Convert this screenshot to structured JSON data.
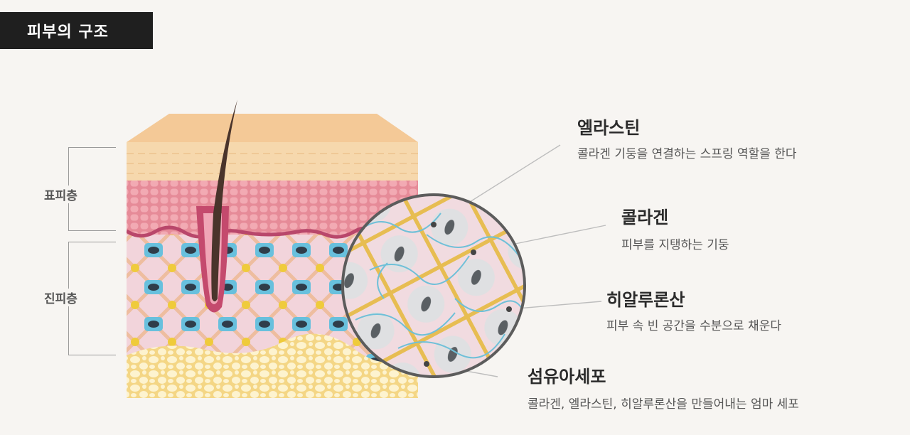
{
  "title": "피부의 구조",
  "layers": {
    "epidermis": "표피층",
    "dermis": "진피층"
  },
  "annotations": [
    {
      "id": "elastin",
      "title": "엘라스틴",
      "desc": "콜라겐 기둥을 연결하는 스프링 역할을 한다"
    },
    {
      "id": "collagen",
      "title": "콜라겐",
      "desc": "피부를 지탱하는 기둥"
    },
    {
      "id": "hyaluronic",
      "title": "히알루론산",
      "desc": "피부 속 빈 공간을 수분으로 채운다"
    },
    {
      "id": "fibroblast",
      "title": "섬유아세포",
      "desc": "콜라겐, 엘라스틴, 히알루론산을 만들어내는 엄마 세포"
    }
  ],
  "colors": {
    "background": "#f7f5f2",
    "badge": "#1f1f1f",
    "epidermis_top": "#f3d3a8",
    "epidermis_pink": "#e9a0a8",
    "dermis": "#f3d5dc",
    "collagen": "#e9c35a",
    "fat": "#fbe7a6",
    "cell_blue": "#6cc3df",
    "hair": "#4a342b"
  }
}
